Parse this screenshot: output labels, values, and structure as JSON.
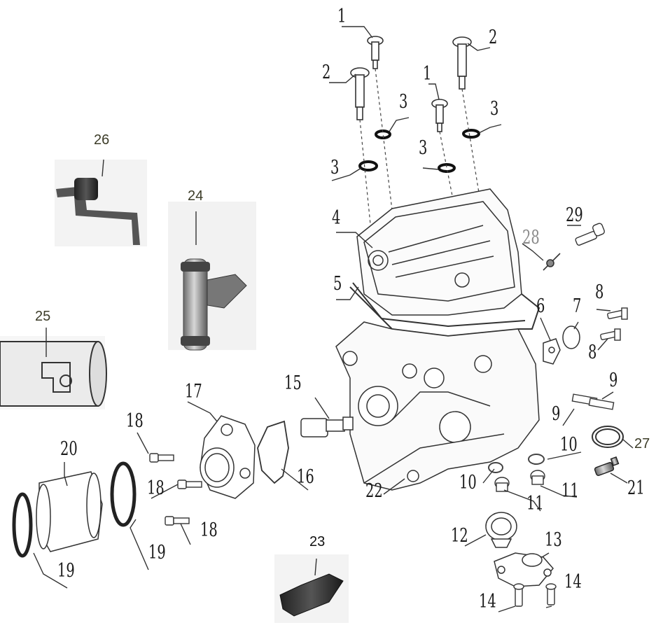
{
  "diagram": {
    "callouts": {
      "c1a": "1",
      "c1b": "1",
      "c2a": "2",
      "c2b": "2",
      "c3a": "3",
      "c3b": "3",
      "c3c": "3",
      "c3d": "3",
      "c4": "4",
      "c5": "5",
      "c6": "6",
      "c7": "7",
      "c8a": "8",
      "c8b": "8",
      "c9a": "9",
      "c9b": "9",
      "c10a": "10",
      "c10b": "10",
      "c11a": "11",
      "c11b": "11",
      "c12": "12",
      "c13": "13",
      "c14a": "14",
      "c14b": "14",
      "c15": "15",
      "c16": "16",
      "c17": "17",
      "c18a": "18",
      "c18b": "18",
      "c18c": "18",
      "c19a": "19",
      "c19b": "19",
      "c20": "20",
      "c21": "21",
      "c22": "22",
      "c23": "23",
      "c24": "24",
      "c25": "25",
      "c26": "26",
      "c27": "27",
      "c28": "28",
      "c29": "29"
    }
  }
}
